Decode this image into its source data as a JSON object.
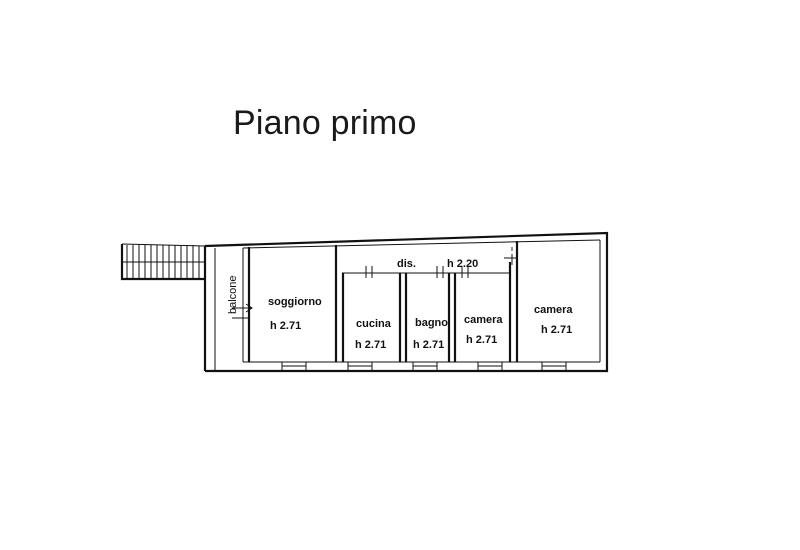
{
  "title": "Piano primo",
  "rooms": {
    "soggiorno": {
      "name": "soggiorno",
      "height": "h 2.71"
    },
    "cucina": {
      "name": "cucina",
      "height": "h 2.71"
    },
    "bagno": {
      "name": "bagno",
      "height": "h 2.71"
    },
    "camera_small": {
      "name": "camera",
      "height": "h 2.71"
    },
    "camera_large": {
      "name": "camera",
      "height": "h 2.71"
    },
    "disimpegno": {
      "name": "dis.",
      "height": "h 2.20"
    },
    "balcone": {
      "name": "balcone"
    }
  }
}
